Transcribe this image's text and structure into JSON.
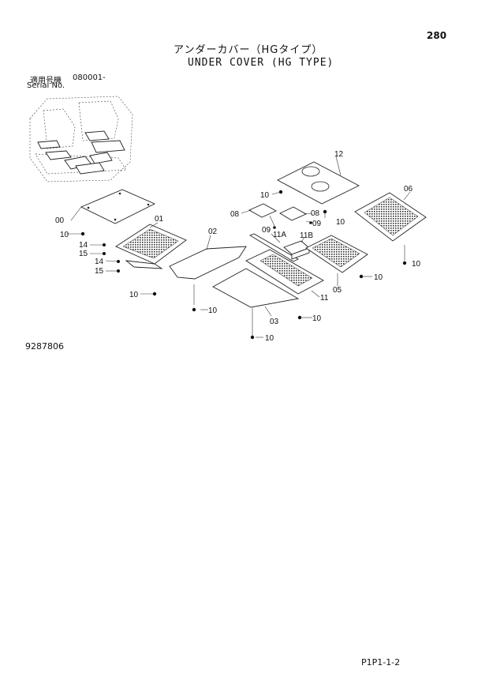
{
  "header": {
    "page_number": "280",
    "title_jp": "アンダーカバー（HGタイプ）",
    "title_en": "UNDER COVER (HG TYPE)"
  },
  "serial": {
    "label_jp": "適用号機",
    "value": "080001-",
    "label_en": "Serial No."
  },
  "diagram": {
    "callouts": {
      "p00": "00",
      "p01": "01",
      "p02": "02",
      "p03": "03",
      "p05": "05",
      "p06": "06",
      "p08a": "08",
      "p08b": "08",
      "p09a": "09",
      "p09b": "09",
      "p10a": "10",
      "p10b": "10",
      "p10c": "10",
      "p10d": "10",
      "p10e": "10",
      "p10f": "10",
      "p10g": "10",
      "p10h": "10",
      "p10i": "10",
      "p11": "11",
      "p11a": "11A",
      "p11b": "11B",
      "p12": "12",
      "p14a": "14",
      "p14b": "14",
      "p15": "15"
    }
  },
  "footer": {
    "drawing_code": "9287806",
    "page_ref": "P1P1-1-2"
  }
}
